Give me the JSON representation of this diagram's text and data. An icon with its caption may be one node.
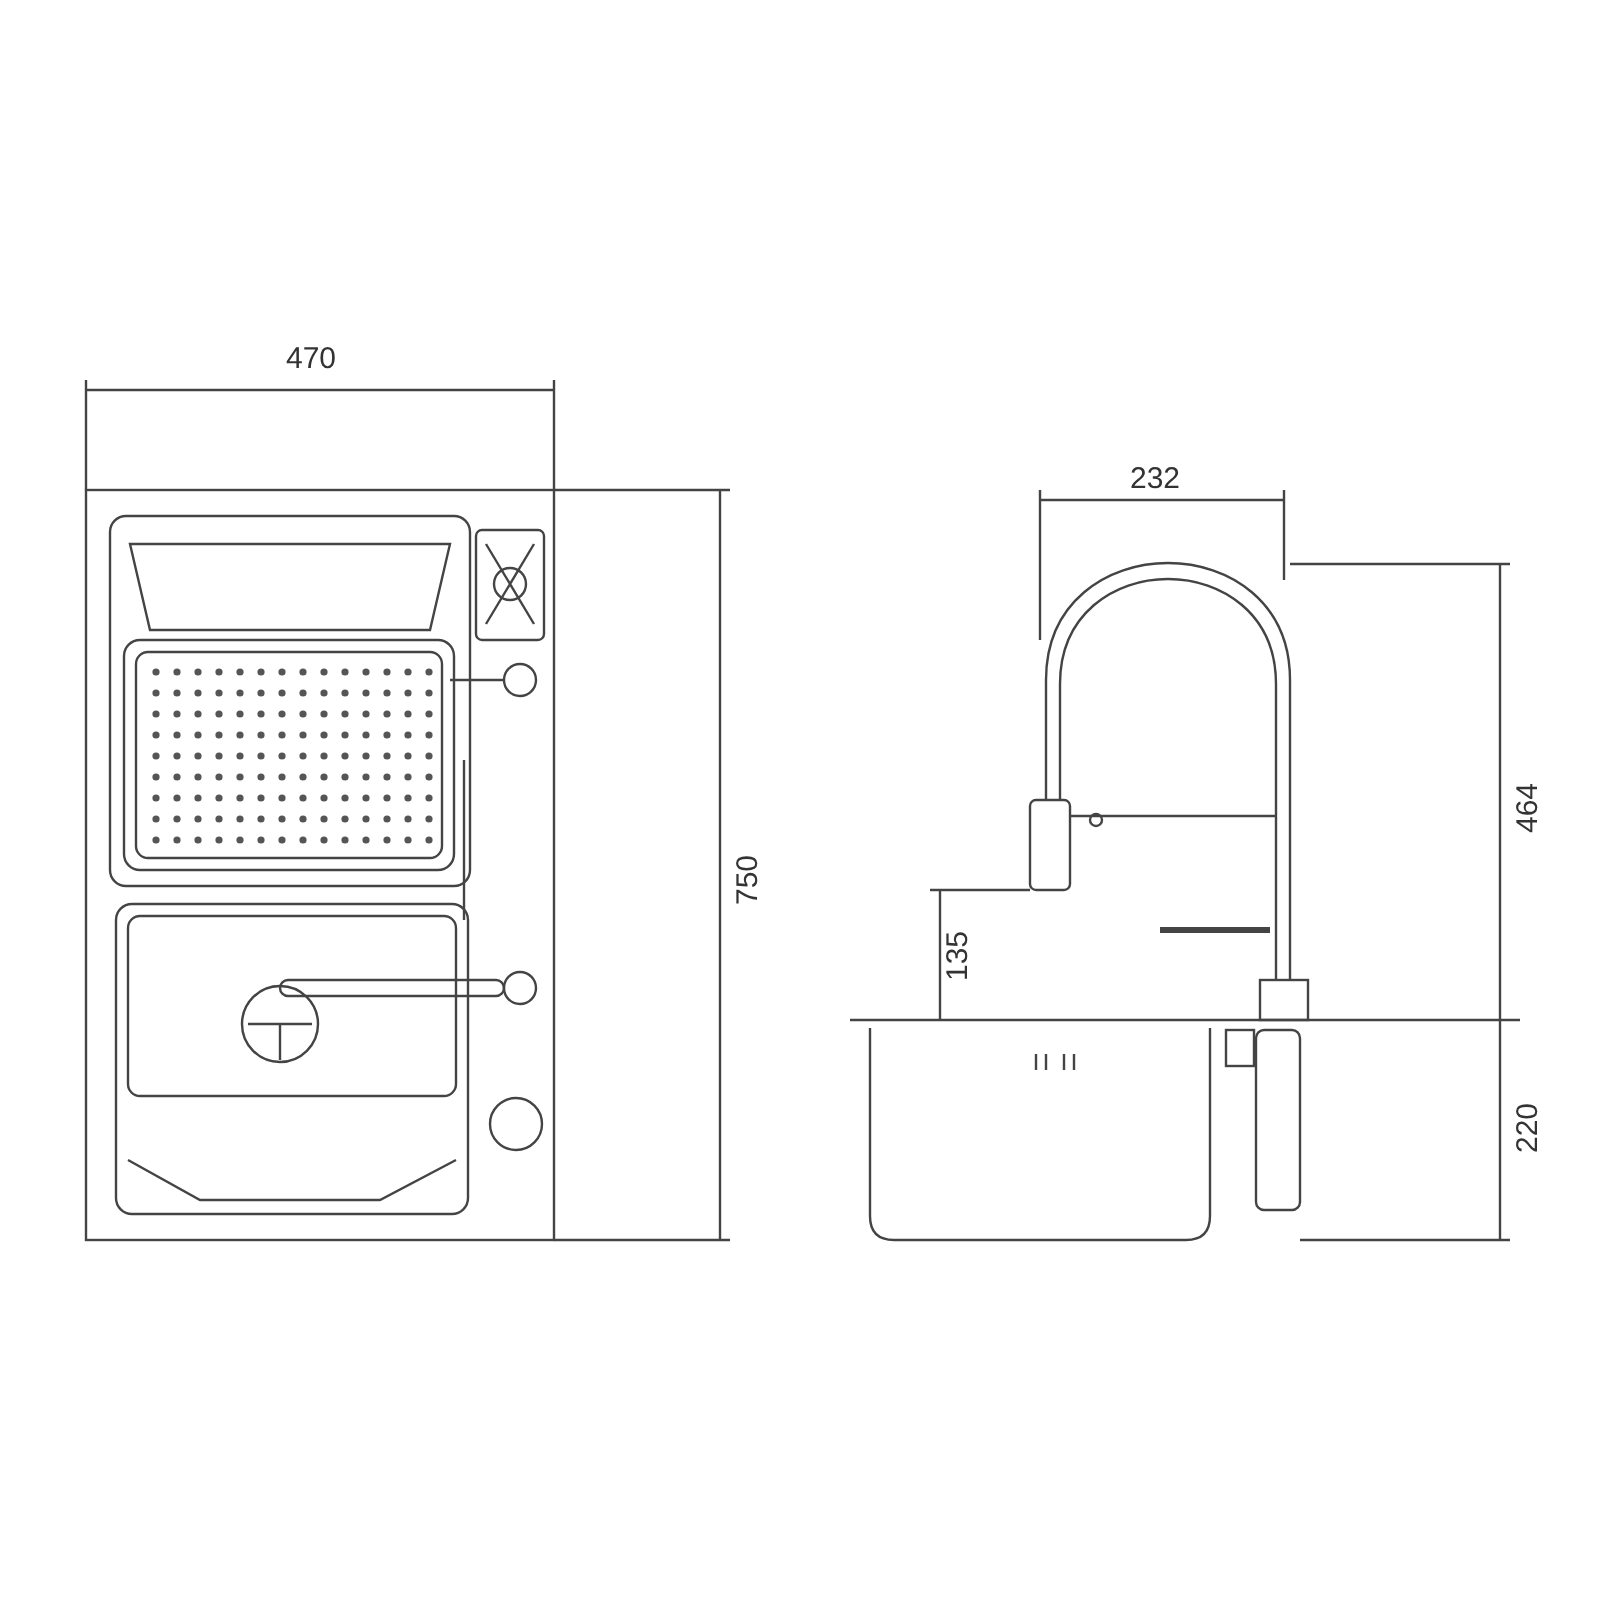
{
  "diagram": {
    "labels": [
      "470",
      "750",
      "232",
      "464",
      "135",
      "220"
    ]
  }
}
